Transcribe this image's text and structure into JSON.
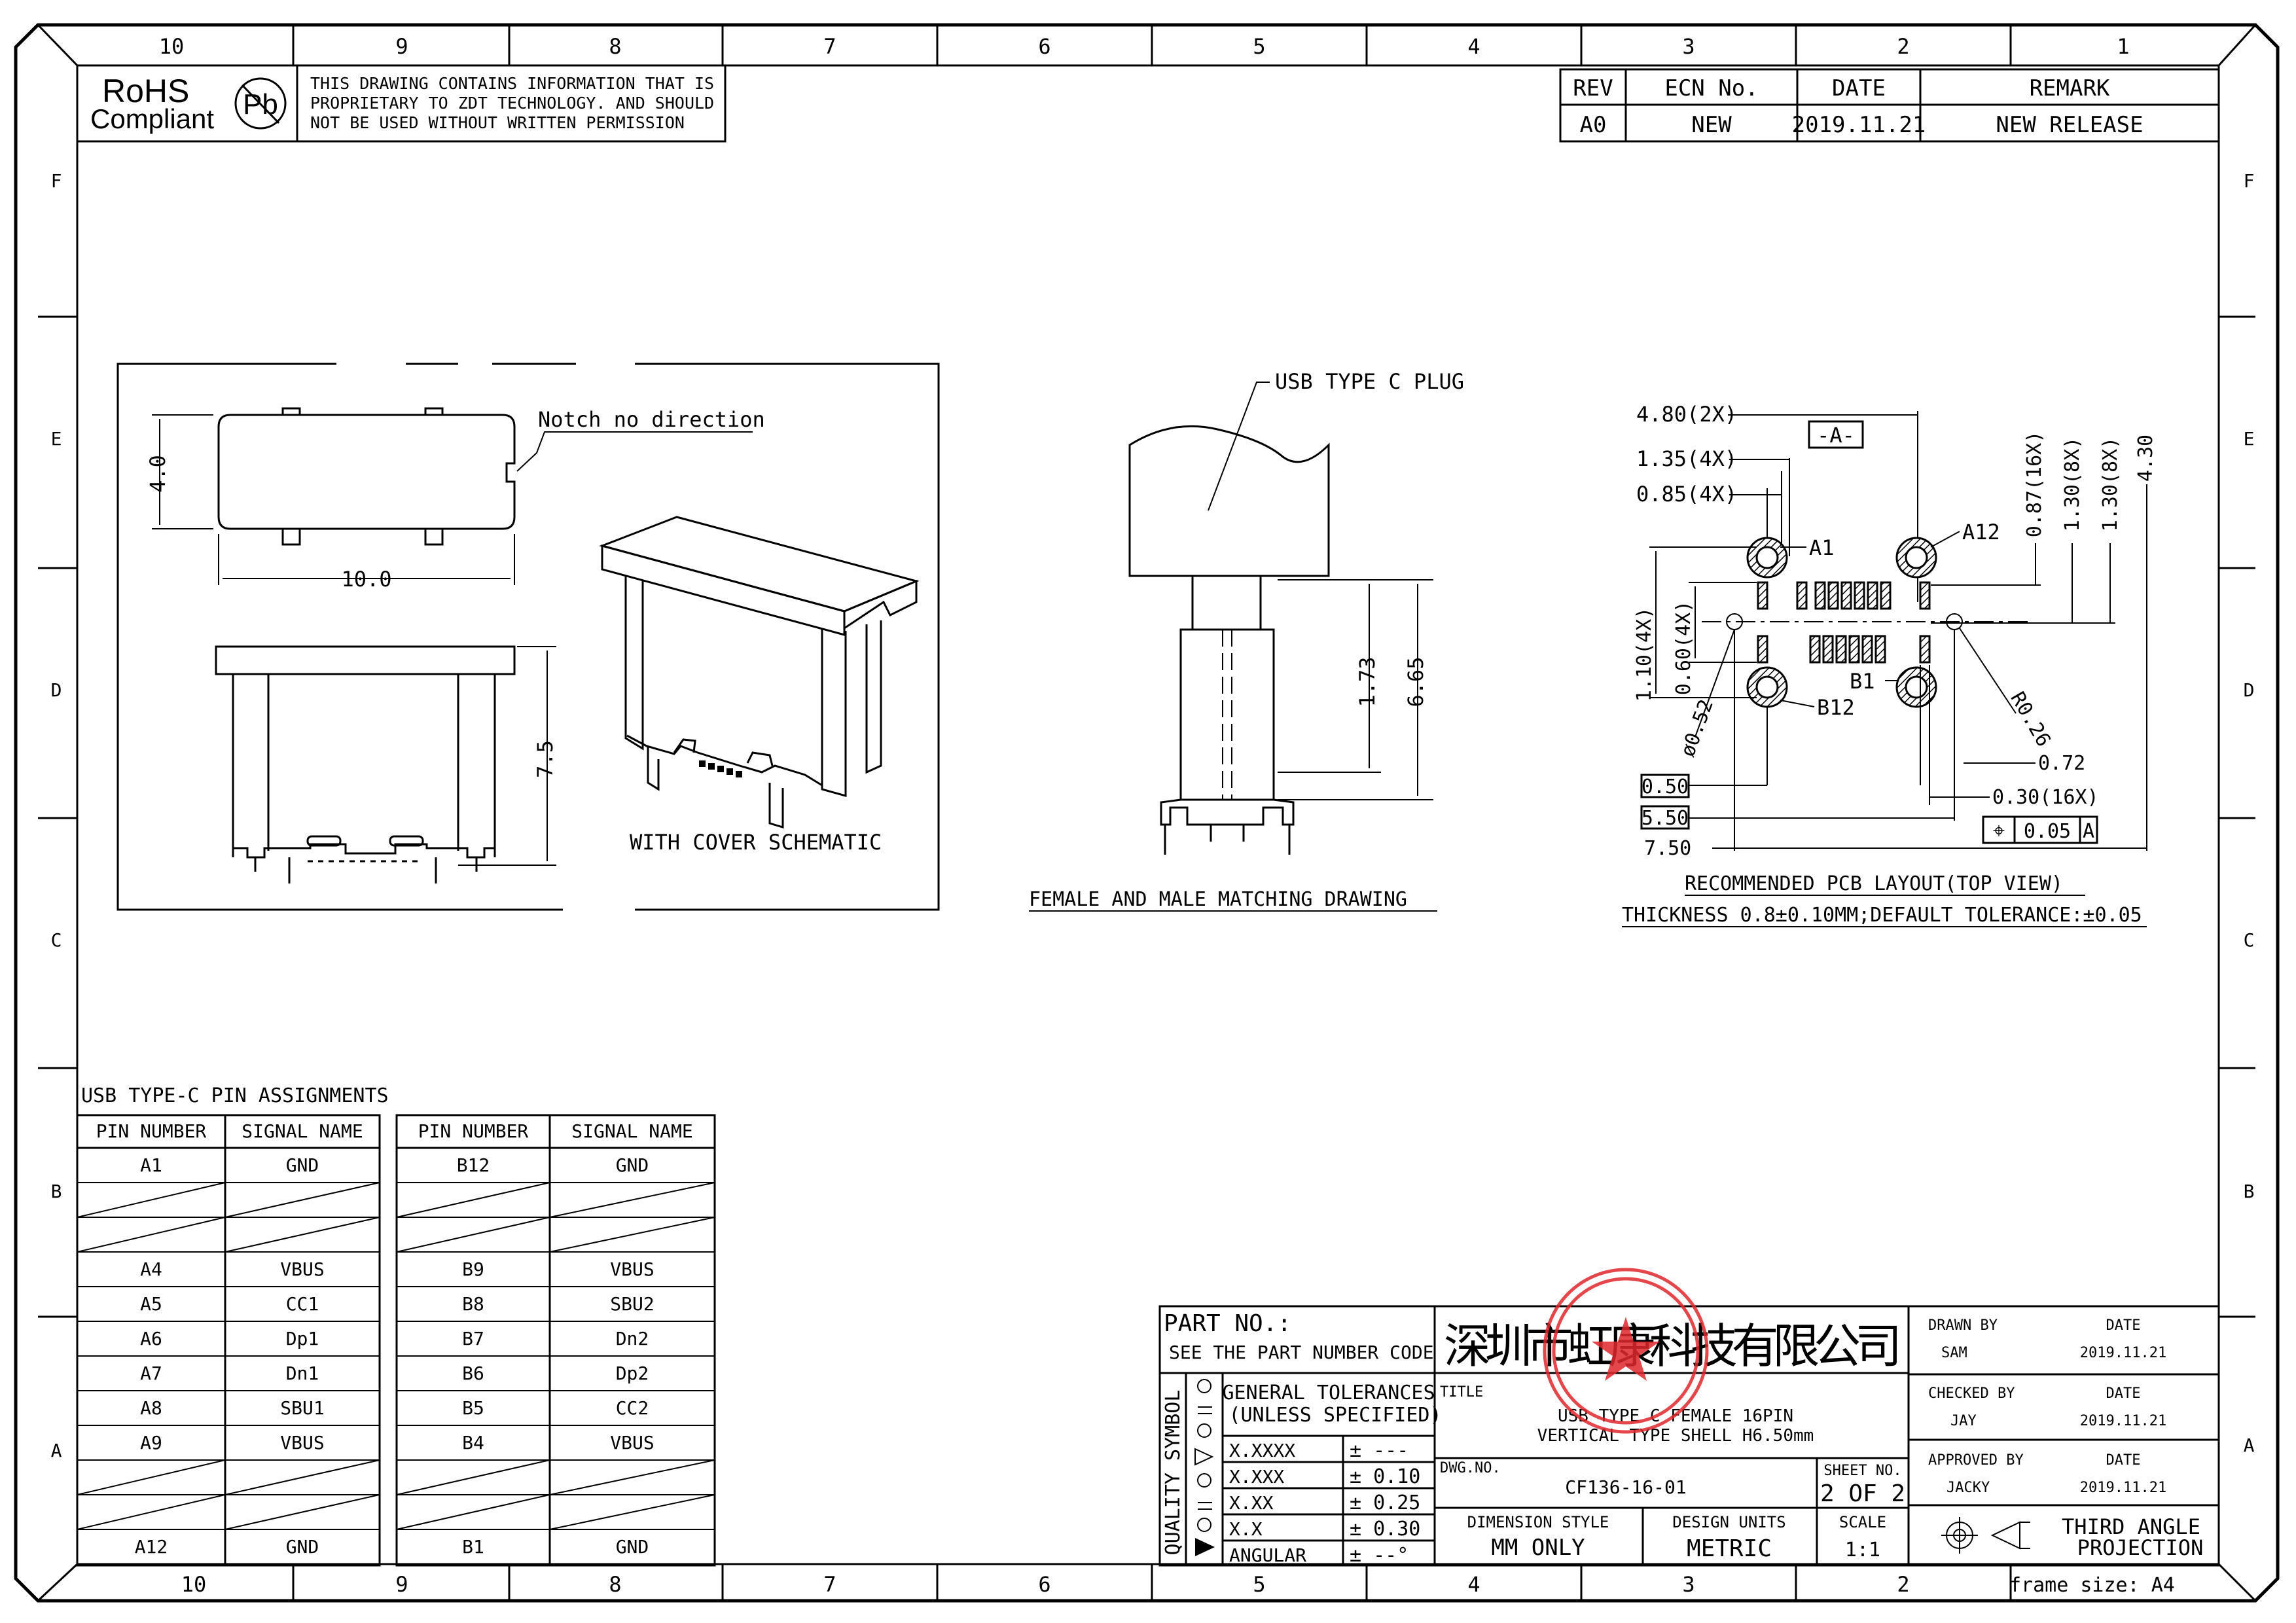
{
  "frame": {
    "top_cols": [
      "10",
      "9",
      "8",
      "7",
      "6",
      "5",
      "4",
      "3",
      "2",
      "1"
    ],
    "bottom_cols": [
      "10",
      "9",
      "8",
      "7",
      "6",
      "5",
      "4",
      "3",
      "2"
    ],
    "rows": [
      "F",
      "E",
      "D",
      "C",
      "B",
      "A"
    ],
    "frame_size": "frame size: A4"
  },
  "header": {
    "rohs_line1": "RoHS",
    "rohs_line2": "Compliant",
    "pb": "Pb",
    "notice": [
      "THIS DRAWING CONTAINS INFORMATION THAT IS",
      "PROPRIETARY TO  ZDT TECHNOLOGY. AND SHOULD",
      "NOT BE USED WITHOUT WRITTEN PERMISSION"
    ]
  },
  "revision": {
    "headers": [
      "REV",
      "ECN No.",
      "DATE",
      "REMARK"
    ],
    "row": [
      "A0",
      "NEW",
      "2019.11.21",
      "NEW RELEASE"
    ]
  },
  "view_top": {
    "dim_height": "4.0",
    "dim_width": "10.0",
    "notch_note": "Notch no direction",
    "dim_front": "7.5",
    "cover_caption": "WITH COVER SCHEMATIC"
  },
  "mating": {
    "plug_label": "USB TYPE C PLUG",
    "dim_a": "1.73",
    "dim_b": "6.65",
    "caption": "FEMALE  AND  MALE  MATCHING  DRAWING"
  },
  "pcb": {
    "d_480": "4.80(2X)",
    "datum_a": "-A-",
    "d_135": "1.35(4X)",
    "d_085": "0.85(4X)",
    "d_087": "0.87(16X)",
    "d_130a": "1.30(8X)",
    "d_130b": "1.30(8X)",
    "d_430": "4.30",
    "lbl_a1": "A1",
    "lbl_a12": "A12",
    "lbl_b1": "B1",
    "lbl_b12": "B12",
    "d_110": "1.10(4X)",
    "d_060": "0.60(4X)",
    "d_052": "ø0.52",
    "d_r026": "R0.26",
    "d_072": "0.72",
    "d_030": "0.30(16X)",
    "box_050": "0.50",
    "box_550": "5.50",
    "d_750": "7.50",
    "tol_sym": "⌖",
    "tol_val": "0.05",
    "tol_ref": "A",
    "caption1": "RECOMMENDED  PCB  LAYOUT(TOP  VIEW)",
    "caption2": "THICKNESS  0.8±0.10MM;DEFAULT  TOLERANCE:±0.05"
  },
  "pin_table": {
    "title": "USB  TYPE-C  PIN  ASSIGNMENTS",
    "headers": [
      "PIN  NUMBER",
      "SIGNAL  NAME",
      "PIN  NUMBER",
      "SIGNAL  NAME"
    ],
    "rows": [
      [
        "A1",
        "GND",
        "B12",
        "GND"
      ],
      [
        "",
        "",
        "",
        ""
      ],
      [
        "",
        "",
        "",
        ""
      ],
      [
        "A4",
        "VBUS",
        "B9",
        "VBUS"
      ],
      [
        "A5",
        "CC1",
        "B8",
        "SBU2"
      ],
      [
        "A6",
        "Dp1",
        "B7",
        "Dn2"
      ],
      [
        "A7",
        "Dn1",
        "B6",
        "Dp2"
      ],
      [
        "A8",
        "SBU1",
        "B5",
        "CC2"
      ],
      [
        "A9",
        "VBUS",
        "B4",
        "VBUS"
      ],
      [
        "",
        "",
        "",
        ""
      ],
      [
        "",
        "",
        "",
        ""
      ],
      [
        "A12",
        "GND",
        "B1",
        "GND"
      ]
    ]
  },
  "title_block": {
    "part_no": "PART NO.:",
    "part_see": "SEE  THE  PART  NUMBER  CODE",
    "company": "深圳市虹康科技有限公司",
    "quality": "QUALITY  SYMBOL",
    "gen_tol1": "GENERAL  TOLERANCES",
    "gen_tol2": "(UNLESS  SPECIFIED)",
    "tol_rows": [
      [
        "X.XXXX",
        "± ---"
      ],
      [
        "X.XXX",
        "± 0.10"
      ],
      [
        "X.XX",
        "± 0.25"
      ],
      [
        "X.X",
        "± 0.30"
      ],
      [
        "ANGULAR",
        "± --°"
      ]
    ],
    "title_lbl": "TITLE",
    "title1": "USB  TYPE  C  FEMALE  16PIN",
    "title2": "VERTICAL  TYPE  SHELL  H6.50mm",
    "dwg_lbl": "DWG.NO.",
    "dwg_no": "CF136-16-01",
    "sheet_lbl": "SHEET  NO.",
    "sheet_val": "2  OF  2",
    "dim_style_lbl": "DIMENSION  STYLE",
    "dim_style": "MM  ONLY",
    "units_lbl": "DESIGN  UNITS",
    "units": "METRIC",
    "scale_lbl": "SCALE",
    "scale": "1:1",
    "drawn_lbl": "DRAWN  BY",
    "drawn_by": "SAM",
    "checked_lbl": "CHECKED  BY",
    "checked_by": "JAY",
    "approved_lbl": "APPROVED  BY",
    "approved_by": "JACKY",
    "date_lbl": "DATE",
    "date_val": "2019.11.21",
    "proj1": "THIRD  ANGLE",
    "proj2": "PROJECTION"
  },
  "colors": {
    "line": "#000000",
    "stamp": "#e0282c"
  }
}
